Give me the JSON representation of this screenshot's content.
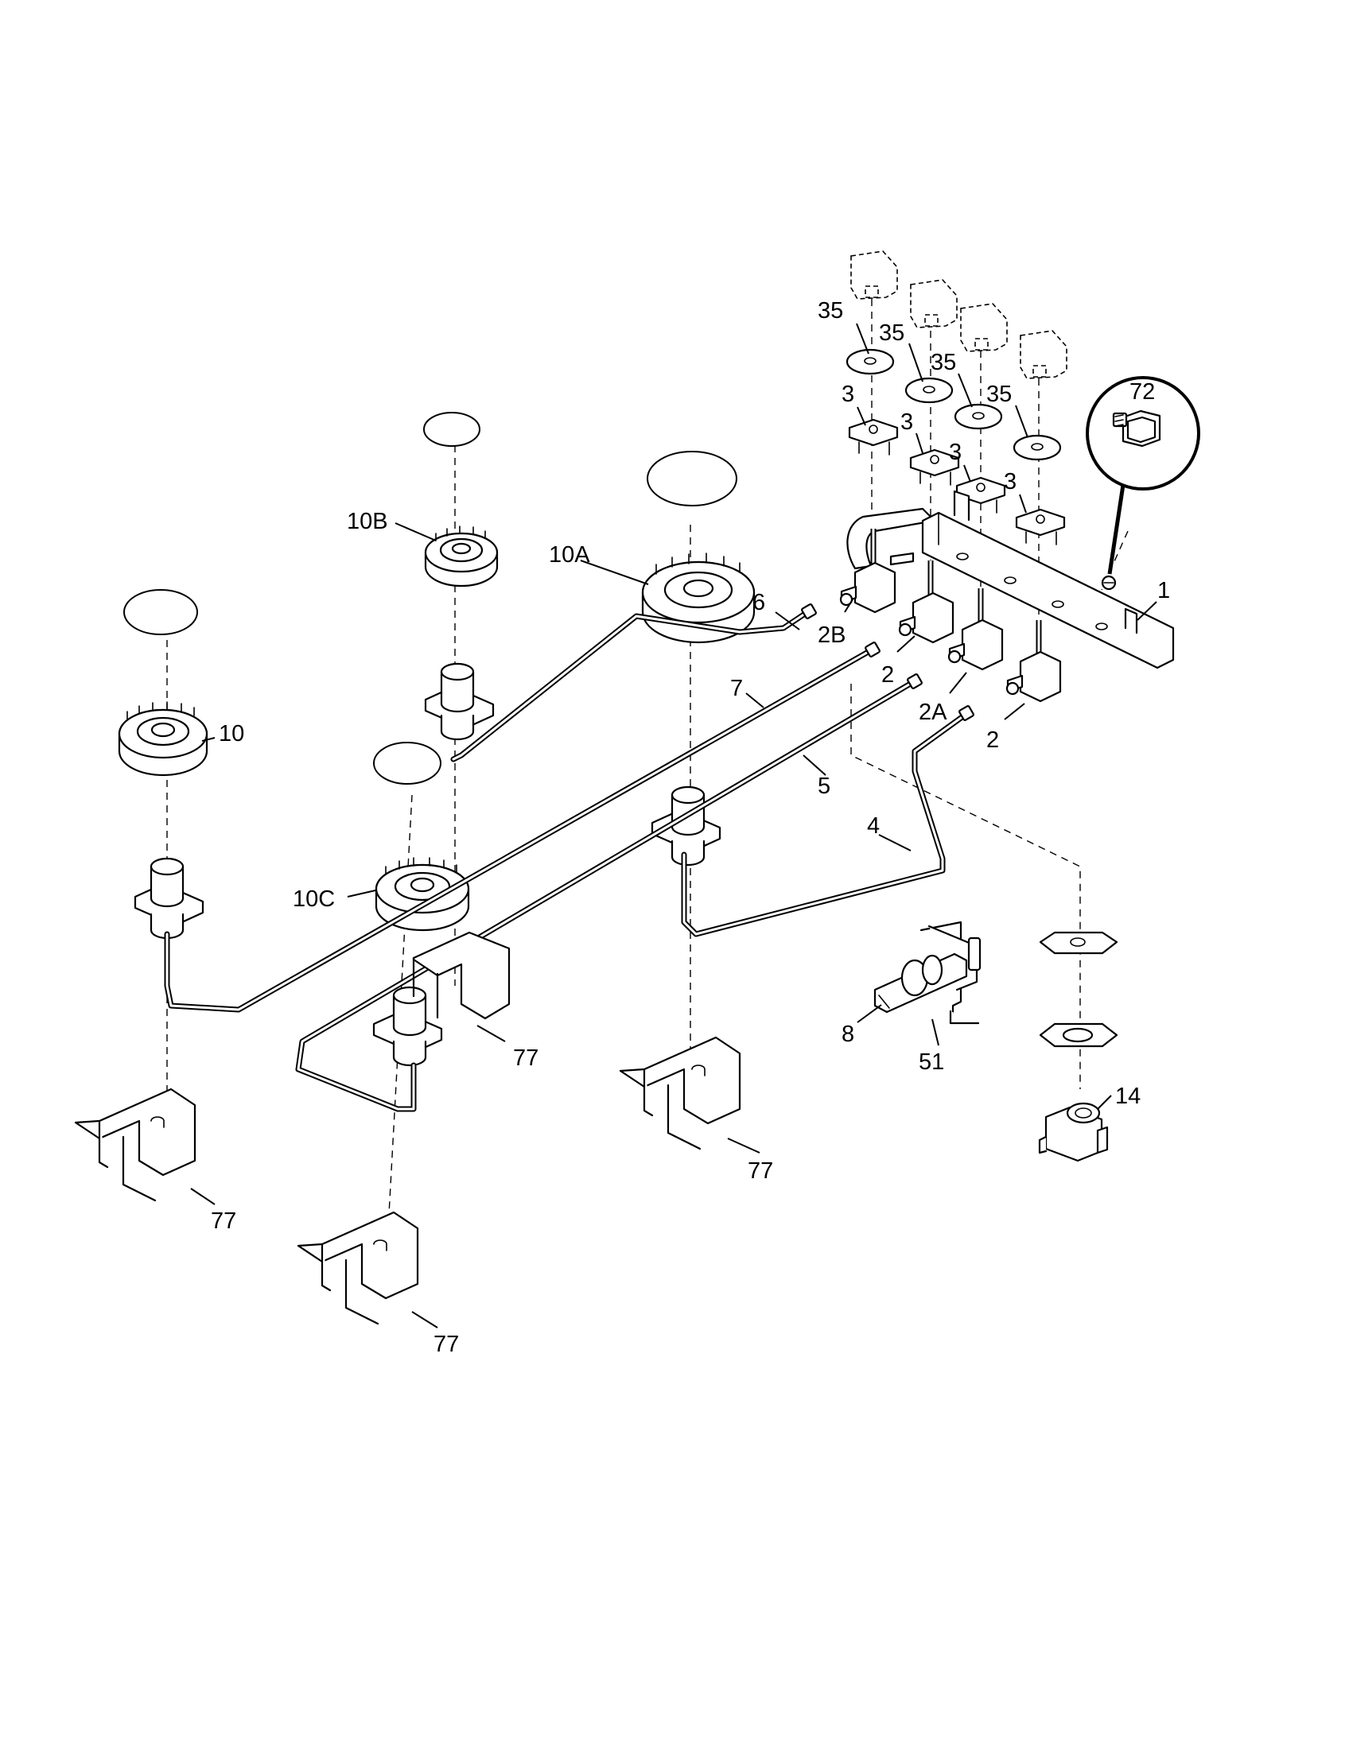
{
  "callouts": {
    "c1": "1",
    "c2_a": "2",
    "c2_b": "2",
    "c2A": "2A",
    "c2B": "2B",
    "c3_a": "3",
    "c3_b": "3",
    "c3_c": "3",
    "c3_d": "3",
    "c4": "4",
    "c5": "5",
    "c6": "6",
    "c7": "7",
    "c8": "8",
    "c10": "10",
    "c10A": "10A",
    "c10B": "10B",
    "c10C": "10C",
    "c14": "14",
    "c35_a": "35",
    "c35_b": "35",
    "c35_c": "35",
    "c35_d": "35",
    "c51": "51",
    "c72": "72",
    "c77_a": "77",
    "c77_b": "77",
    "c77_c": "77",
    "c77_d": "77"
  }
}
